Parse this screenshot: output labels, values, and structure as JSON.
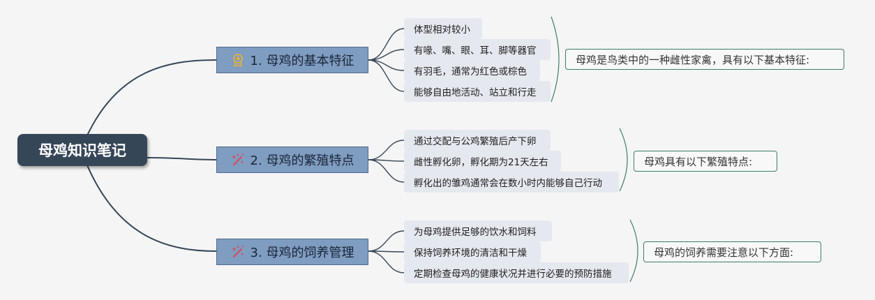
{
  "root": {
    "title": "母鸡知识笔记"
  },
  "branches": [
    {
      "label": "1. 母鸡的基本特征",
      "icon": "award-ribbon-icon",
      "items": [
        "体型相对较小",
        "有喙、嘴、眼、耳、脚等器官",
        "有羽毛，通常为红色或棕色",
        "能够自由地活动、站立和行走"
      ],
      "summary": "母鸡是鸟类中的一种雌性家禽，具有以下基本特征:"
    },
    {
      "label": "2. 母鸡的繁殖特点",
      "icon": "sparkle-wand-icon",
      "items": [
        "通过交配与公鸡繁殖后产下卵",
        "雌性孵化卵，孵化期为21天左右",
        "孵化出的雏鸡通常会在数小时内能够自己行动"
      ],
      "summary": "母鸡具有以下繁殖特点:"
    },
    {
      "label": "3. 母鸡的饲养管理",
      "icon": "sparkle-wand-icon",
      "items": [
        "为母鸡提供足够的饮水和饲料",
        "保持饲养环境的清洁和干燥",
        "定期检查母鸡的健康状况并进行必要的预防措施"
      ],
      "summary": "母鸡的饲养需要注意以下方面:"
    }
  ],
  "colors": {
    "root_bg": "#354657",
    "branch_bg": "#7f9cc1",
    "leaf_bg": "#e5e8ef",
    "summary_border": "#3c7e6c",
    "connector": "#354657",
    "icon_award": "#d9b04a",
    "icon_sparkle": "#d94a5a"
  }
}
